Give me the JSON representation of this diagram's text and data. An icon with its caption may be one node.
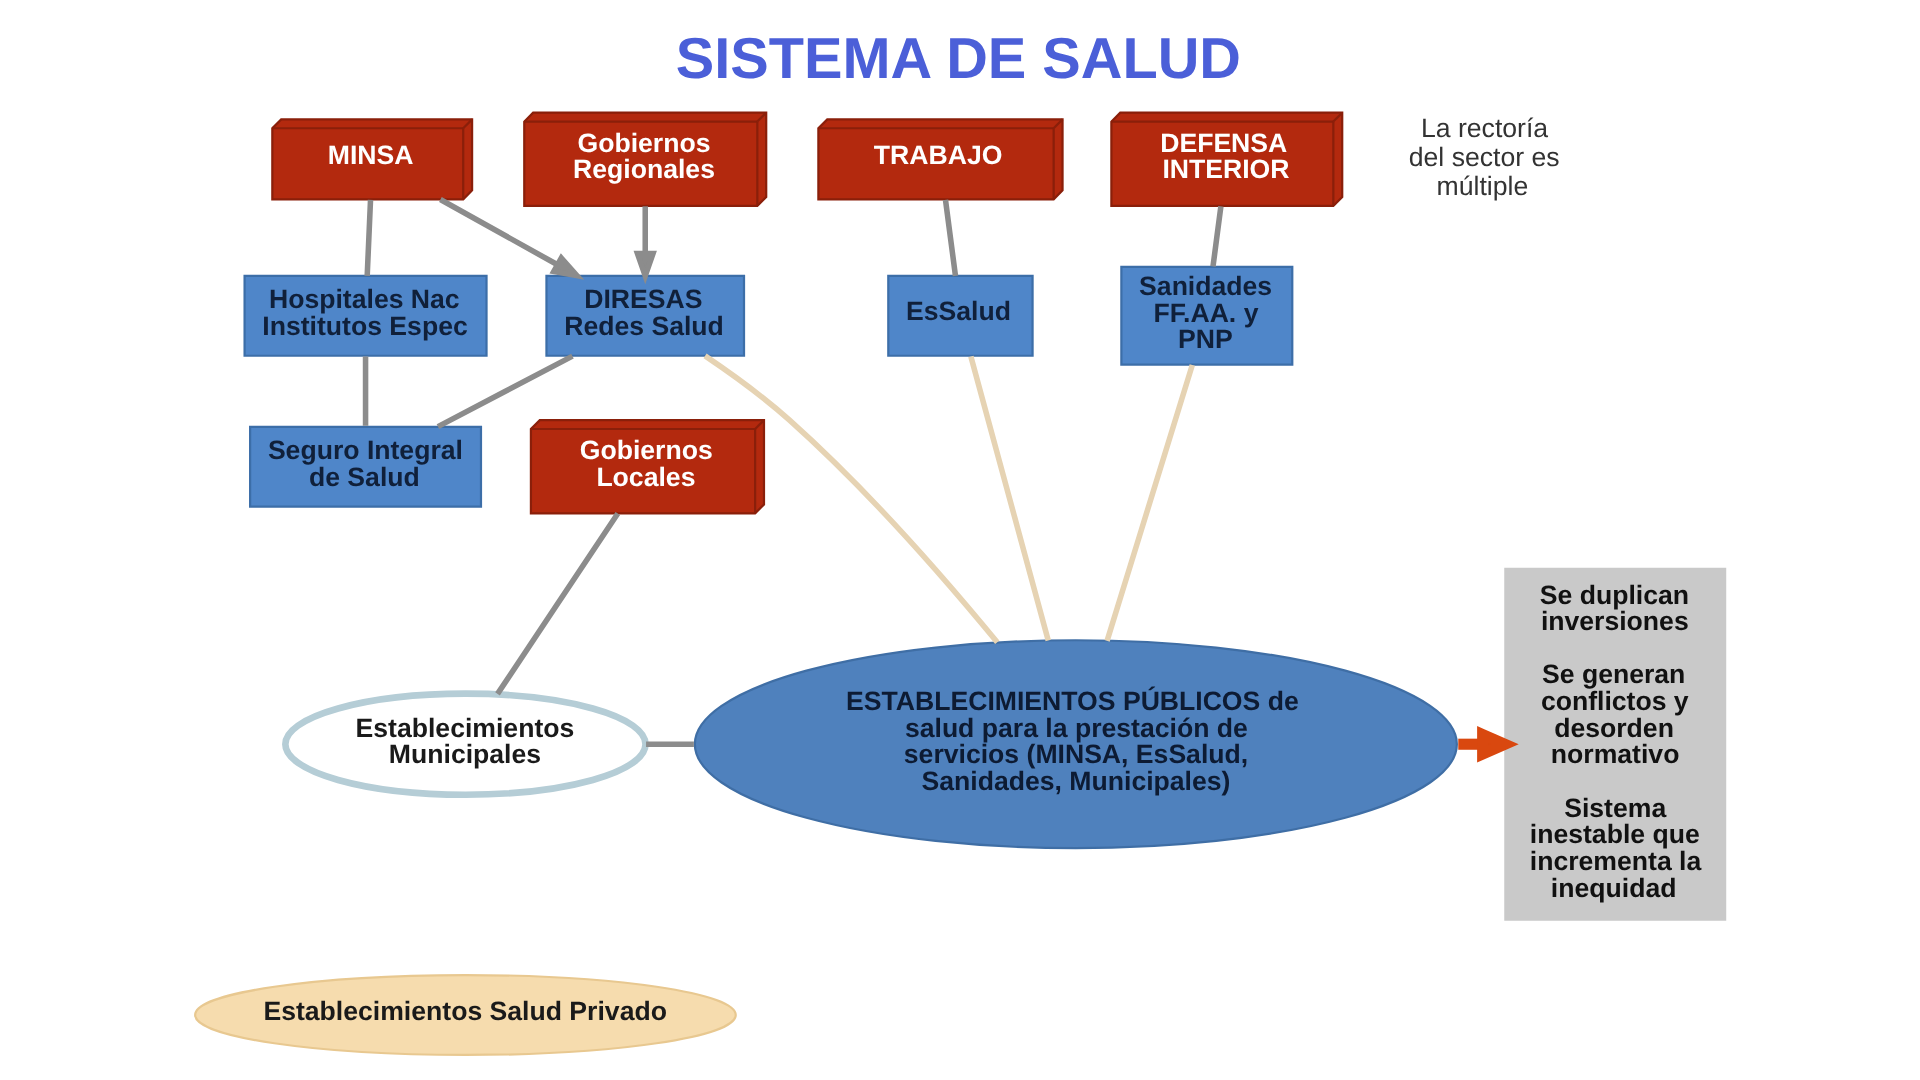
{
  "diagram": {
    "title": "SISTEMA DE SALUD",
    "nodes": [
      {
        "text": [
          "MINSA"
        ]
      },
      {
        "text": [
          "Gobiernos Regionales"
        ]
      },
      {
        "text": [
          "TRABAJO"
        ]
      },
      {
        "text": [
          "DEFENSA INTERIOR"
        ]
      },
      {
        "text": [
          "Hospitales Nac Institutos Espec"
        ]
      },
      {
        "text": [
          "Seguro Integral de Salud"
        ]
      },
      {
        "text": [
          "DIRESAS Redes Salud"
        ]
      },
      {
        "text": [
          "EsSalud"
        ]
      },
      {
        "text": [
          "Sanidades FF.AA. y PNP"
        ]
      },
      {
        "text": [
          "Gobiernos Locales"
        ]
      },
      {
        "text": [
          "ESTABLECIMIENTOS PÚBLICOS de salud para la prestación de servicios (MINSA, EsSalud, Sanidades, Municipales)"
        ]
      },
      {
        "text": [
          "Se duplican inversiones",
          "Se generan conflictos y desorden normativo",
          "Sistema inestable que incrementa la inequidad"
        ]
      },
      {
        "text": [
          "Establecimientos Salud Privado"
        ]
      },
      {
        "text": [
          "Establecimientos Municipales"
        ]
      }
    ],
    "edges": [
      {
        "from": 0,
        "to": 4,
        "arrow": "none"
      },
      {
        "from": 0,
        "to": 6,
        "arrow": "to"
      },
      {
        "from": 1,
        "to": 6,
        "arrow": "to"
      },
      {
        "from": 4,
        "to": 5,
        "arrow": "none"
      },
      {
        "from": 5,
        "to": 6,
        "arrow": "none"
      },
      {
        "from": 2,
        "to": 7,
        "arrow": "none"
      },
      {
        "from": 3,
        "to": 8,
        "arrow": "none"
      },
      {
        "from": 6,
        "to": 10,
        "arrow": "none",
        "color": "#e6d3b3"
      },
      {
        "from": 7,
        "to": 10,
        "arrow": "none",
        "color": "#e6d3b3"
      },
      {
        "from": 8,
        "to": 10,
        "arrow": "none",
        "color": "#e6d3b3"
      },
      {
        "from": 9,
        "to": 13,
        "arrow": "none"
      },
      {
        "from": 13,
        "to": 10,
        "arrow": "none"
      },
      {
        "from": 10,
        "to": 11,
        "arrow": "to",
        "style": "thick",
        "color": "#d9480f"
      }
    ],
    "labels": [
      "La rectoría del sector es múltiple"
    ]
  }
}
